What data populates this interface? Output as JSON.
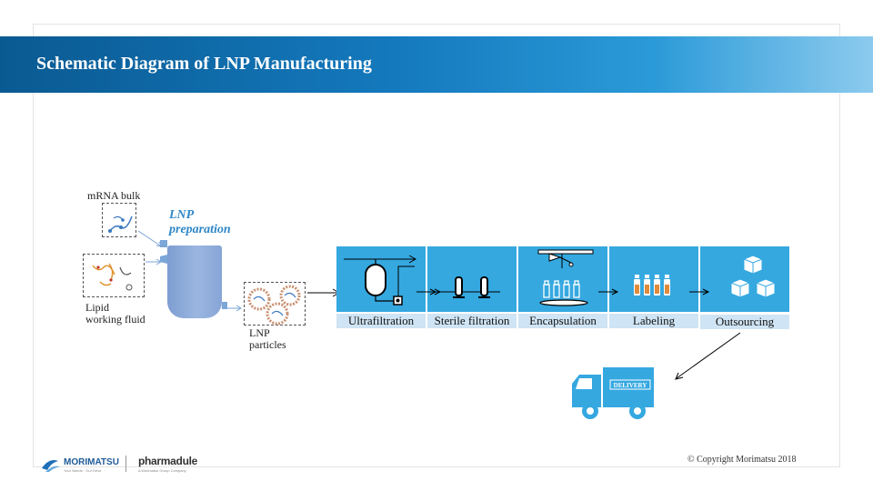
{
  "header": {
    "title": "Schematic Diagram of LNP Manufacturing"
  },
  "inputs": {
    "mrna_label": "mRNA bulk",
    "lipid_label_line1": "Lipid",
    "lipid_label_line2": "working fluid"
  },
  "preparation": {
    "line1": "LNP",
    "line2": "preparation"
  },
  "particles": {
    "line1": "LNP",
    "line2": "particles"
  },
  "stages": [
    {
      "label": "Ultrafiltration"
    },
    {
      "label": "Sterile  filtration"
    },
    {
      "label": "Encapsulation"
    },
    {
      "label": "Labeling"
    },
    {
      "label": "Outsourcing"
    }
  ],
  "truck": {
    "label": "DELIVERY"
  },
  "footer": {
    "copyright": "© Copyright Morimatsu 2018",
    "logo1": "MORIMATSU",
    "logo1_tagline": "Your Needs · Our Drive",
    "logo2": "pharmadule",
    "logo2_tagline": "A Morimatsu Group Company"
  },
  "colors": {
    "accent": "#35a8e0",
    "label_bg": "#cfe4f4",
    "prep_text": "#2e86c6",
    "tank": "#8aa9d9"
  }
}
